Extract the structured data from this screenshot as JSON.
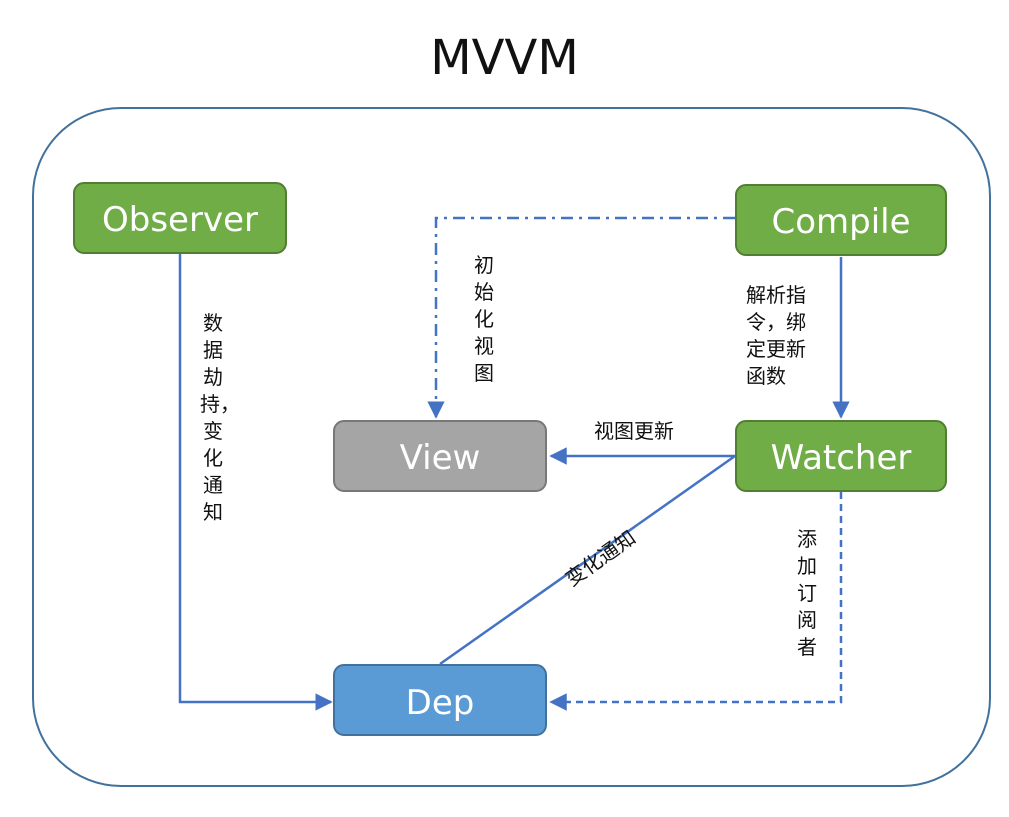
{
  "title": "MVVM",
  "nodes": {
    "observer": "Observer",
    "compile": "Compile",
    "view": "View",
    "watcher": "Watcher",
    "dep": "Dep"
  },
  "edges": {
    "observer_to_dep": "数据劫持，变化通知",
    "compile_to_view": "初始化视图",
    "compile_to_watcher": [
      "解析指",
      "令，绑",
      "定更新",
      "函数"
    ],
    "watcher_to_view": "视图更新",
    "dep_to_watcher": "变化通知",
    "watcher_to_dep": "添加订阅者"
  },
  "colors": {
    "green_fill": "#70AD47",
    "green_stroke": "#507E32",
    "gray_fill": "#A5A5A5",
    "gray_stroke": "#787878",
    "blue_fill": "#5B9BD5",
    "blue_stroke": "#41719C",
    "arrow": "#4472C4",
    "frame": "#41719C"
  }
}
